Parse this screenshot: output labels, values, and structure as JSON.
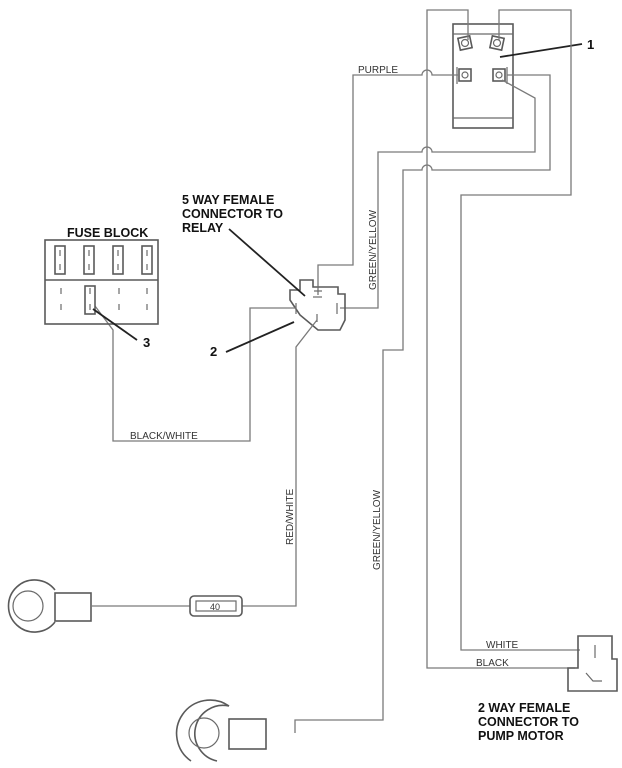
{
  "diagram": {
    "components": {
      "relay": {
        "callout": "1"
      },
      "relay_connector": {
        "title_lines": [
          "5 WAY FEMALE",
          "CONNECTOR TO",
          "RELAY"
        ],
        "callout": "2"
      },
      "fuse_block": {
        "title": "FUSE BLOCK",
        "callout": "3",
        "upper_fuse_count": 4,
        "lower_slot_count": 4
      },
      "inline_fuse": {
        "rating": "40"
      },
      "pump_connector": {
        "title_lines": [
          "2 WAY FEMALE",
          "CONNECTOR TO",
          "PUMP MOTOR"
        ]
      }
    },
    "wires": {
      "purple": "PURPLE",
      "green_yellow_upper": "GREEN/YELLOW",
      "green_yellow_lower": "GREEN/YELLOW",
      "black_white": "BLACK/WHITE",
      "red_white": "RED/WHITE",
      "white": "WHITE",
      "black": "BLACK"
    }
  }
}
